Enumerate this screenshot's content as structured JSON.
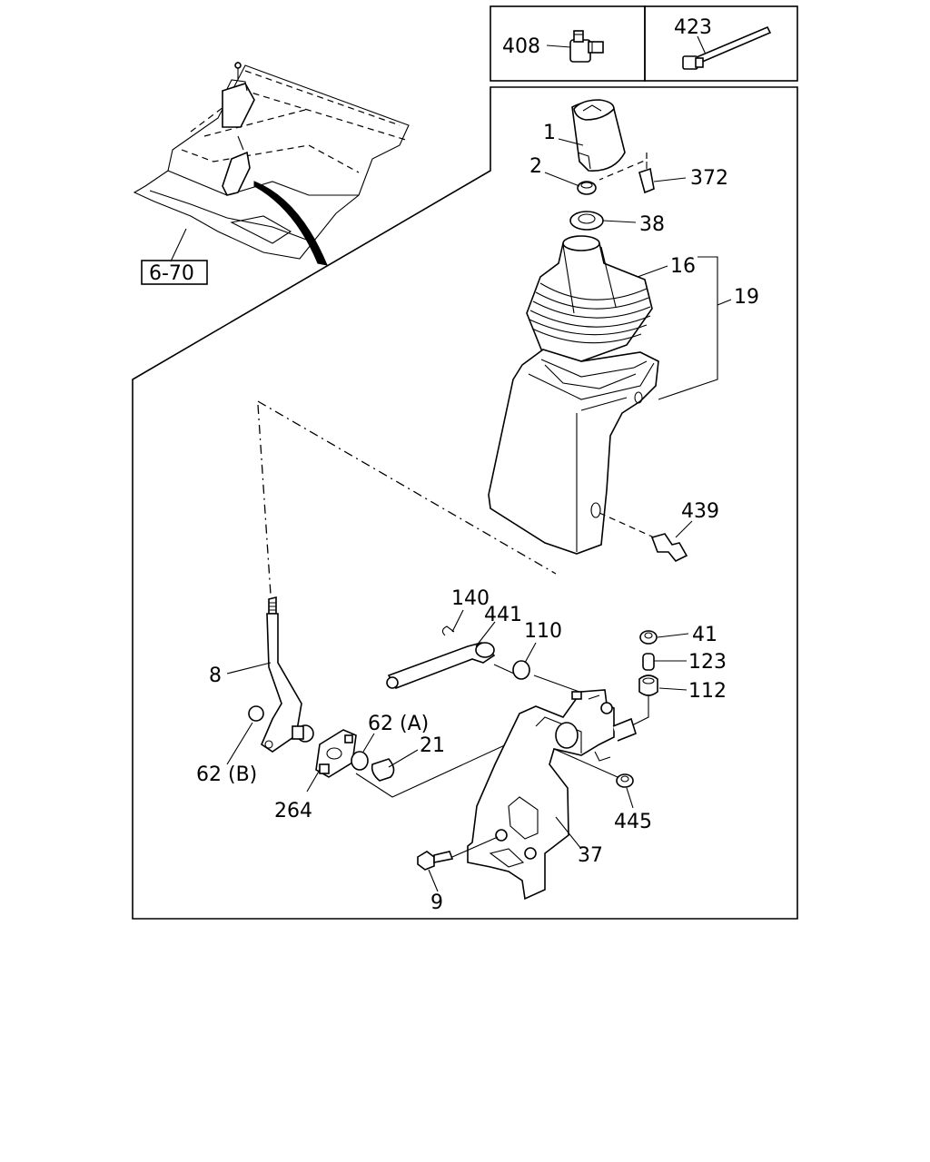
{
  "reference_box": {
    "label": "6-70"
  },
  "inset_parts": [
    {
      "label": "408"
    },
    {
      "label": "423"
    }
  ],
  "callouts": {
    "p1": "1",
    "p2": "2",
    "p372": "372",
    "p38": "38",
    "p16": "16",
    "p19": "19",
    "p439": "439",
    "p140": "140",
    "p441": "441",
    "p110": "110",
    "p41": "41",
    "p123": "123",
    "p112": "112",
    "p8": "8",
    "p62a": "62 (A)",
    "p21": "21",
    "p62b": "62 (B)",
    "p264": "264",
    "p445": "445",
    "p37": "37",
    "p9": "9"
  }
}
